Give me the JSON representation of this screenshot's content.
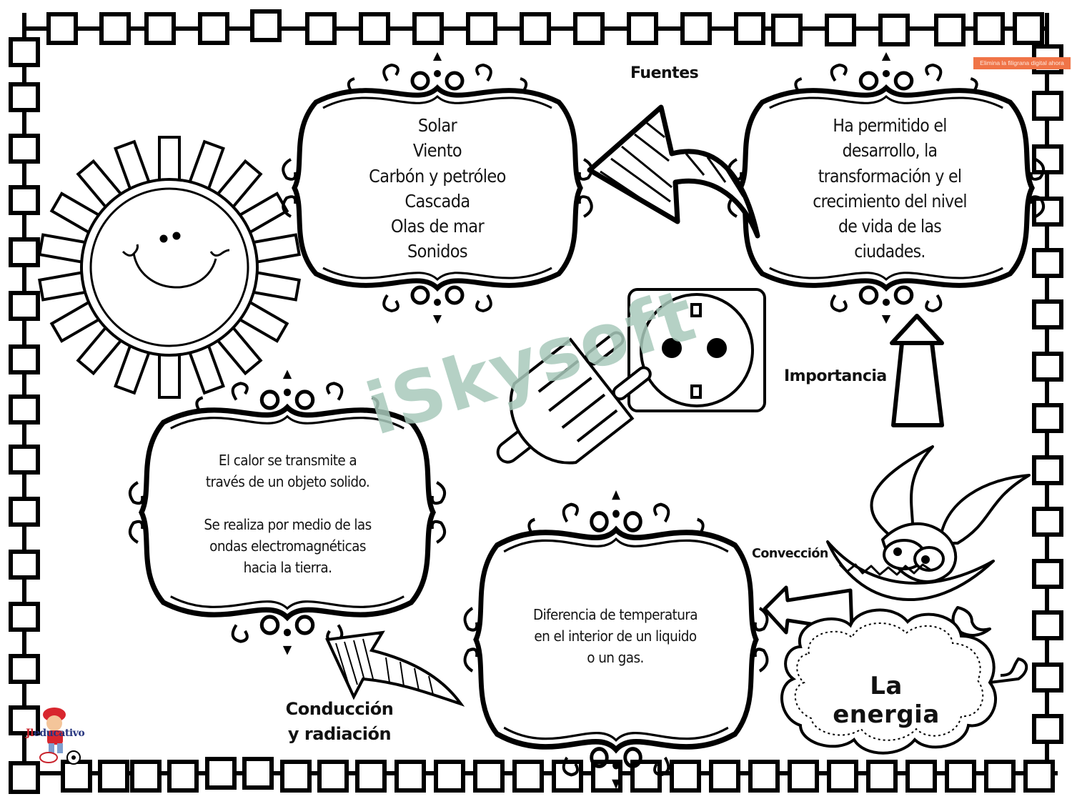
{
  "watermark": {
    "banner_text": "Elimina la filigrana digital ahora",
    "banner_color": "#f07447",
    "logo_text": "iSkysoft",
    "logo_color": "#a9c9bb"
  },
  "diagram": {
    "title": "La energia",
    "branches": {
      "fuentes": {
        "label": "Fuentes",
        "items": [
          "Solar",
          "Viento",
          "Carbón y petróleo",
          "Cascada",
          "Olas de mar",
          "Sonidos"
        ]
      },
      "importancia": {
        "label": "Importancia",
        "lines": [
          "Ha permitido el",
          "desarrollo, la",
          "transformación y el",
          "crecimiento del nivel",
          "de vida de las",
          "ciudades."
        ]
      },
      "conveccion": {
        "label": "Convección",
        "lines": [
          "Diferencia de temperatura",
          "en el interior de un liquido",
          "o un gas."
        ]
      },
      "conduccion": {
        "label_line1": "Conducción",
        "label_line2": "y radiación",
        "lines": [
          "El calor se transmite a",
          "través de un objeto solido.",
          "",
          "Se realiza por medio de las",
          "ondas electromagnéticas",
          "hacia la tierra."
        ]
      }
    },
    "illustrations": [
      "sun-icon",
      "plug-socket-icon",
      "monster-icon",
      "cloud-icon",
      "arrow-icon"
    ]
  },
  "branding": {
    "logo_first": "Jl",
    "logo_rest": "educativo",
    "colors": {
      "primary": "#26357f",
      "accent": "#c8232c"
    }
  }
}
